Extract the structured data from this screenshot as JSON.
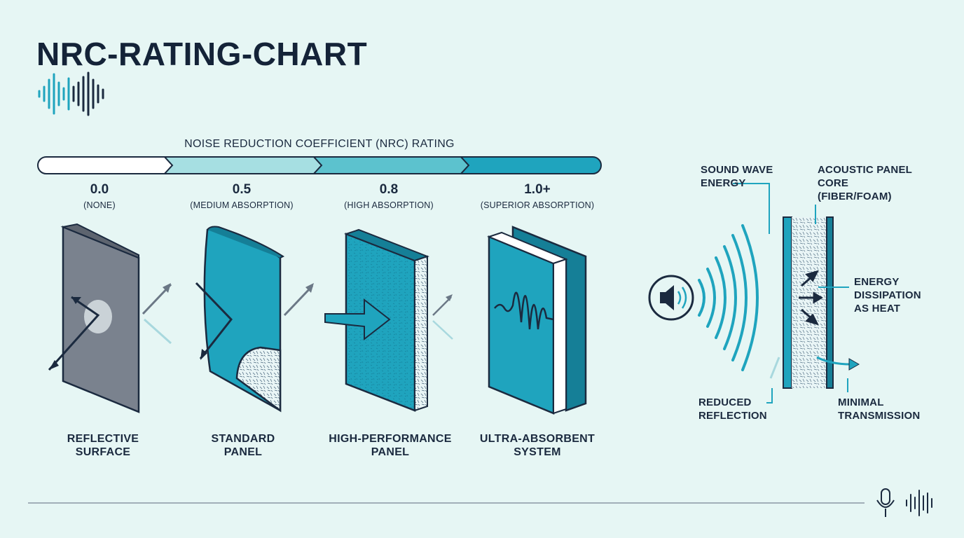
{
  "title": "NRC-RATING-CHART",
  "scale": {
    "heading": "NOISE REDUCTION COEFFICIENT (NRC) RATING",
    "ticks": [
      {
        "value": "0.0",
        "label": "(NONE)"
      },
      {
        "value": "0.5",
        "label": "(MEDIUM ABSORPTION)"
      },
      {
        "value": "0.8",
        "label": "(HIGH ABSORPTION)"
      },
      {
        "value": "1.0+",
        "label": "(SUPERIOR ABSORPTION)"
      }
    ]
  },
  "panels": [
    {
      "line1": "REFLECTIVE",
      "line2": "SURFACE"
    },
    {
      "line1": "STANDARD",
      "line2": "PANEL"
    },
    {
      "line1": "HIGH-PERFORMANCE",
      "line2": "PANEL"
    },
    {
      "line1": "ULTRA-ABSORBENT",
      "line2": "SYSTEM"
    }
  ],
  "diagram": {
    "sound_wave": {
      "line1": "SOUND WAVE",
      "line2": "ENERGY"
    },
    "core": {
      "line1": "ACOUSTIC PANEL",
      "line2": "CORE",
      "line3": "(FIBER/FOAM)"
    },
    "dissipation": {
      "line1": "ENERGY",
      "line2": "DISSIPATION",
      "line3": "AS HEAT"
    },
    "reflection": {
      "line1": "REDUCED",
      "line2": "REFLECTION"
    },
    "transmission": {
      "line1": "MINIMAL",
      "line2": "TRANSMISSION"
    }
  },
  "icons": [
    "sound-wave-icon",
    "speaker-icon",
    "microphone-icon",
    "waveform-icon"
  ],
  "colors": {
    "background": "#e6f6f4",
    "navy": "#1b2a3f",
    "teal": "#1fa4be",
    "dark_teal": "#157f97",
    "gray_panel": "#7a828e"
  }
}
